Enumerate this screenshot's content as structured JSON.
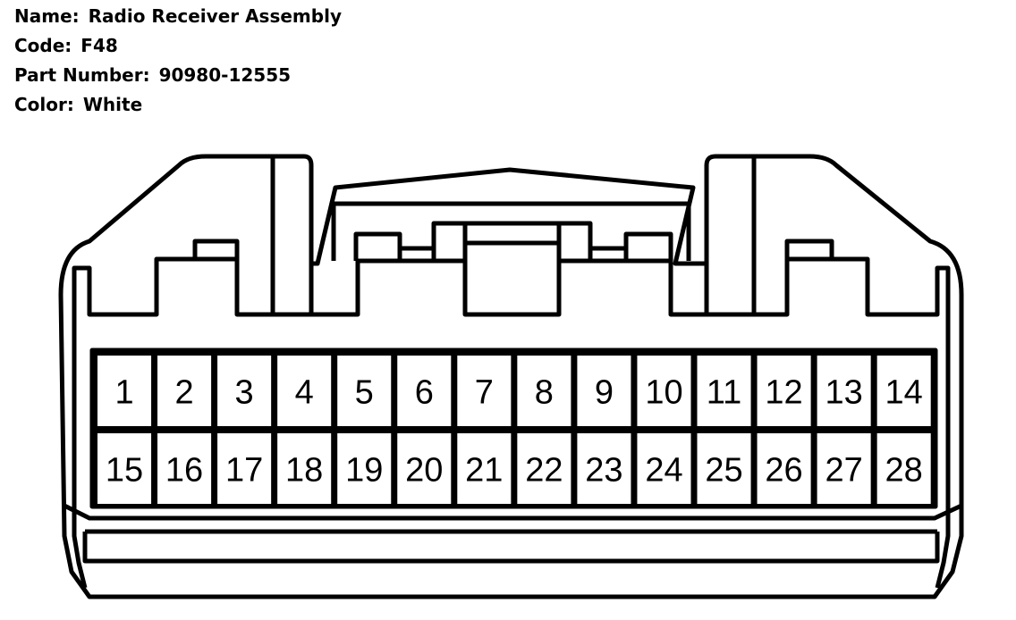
{
  "info": {
    "name_label": "Name:",
    "name_value": "Radio Receiver Assembly",
    "code_label": "Code:",
    "code_value": "F48",
    "part_label": "Part Number:",
    "part_value": "90980-12555",
    "color_label": "Color:",
    "color_value": "White"
  },
  "connector": {
    "pins_top": [
      "1",
      "2",
      "3",
      "4",
      "5",
      "6",
      "7",
      "8",
      "9",
      "10",
      "11",
      "12",
      "13",
      "14"
    ],
    "pins_bottom": [
      "15",
      "16",
      "17",
      "18",
      "19",
      "20",
      "21",
      "22",
      "23",
      "24",
      "25",
      "26",
      "27",
      "28"
    ]
  }
}
